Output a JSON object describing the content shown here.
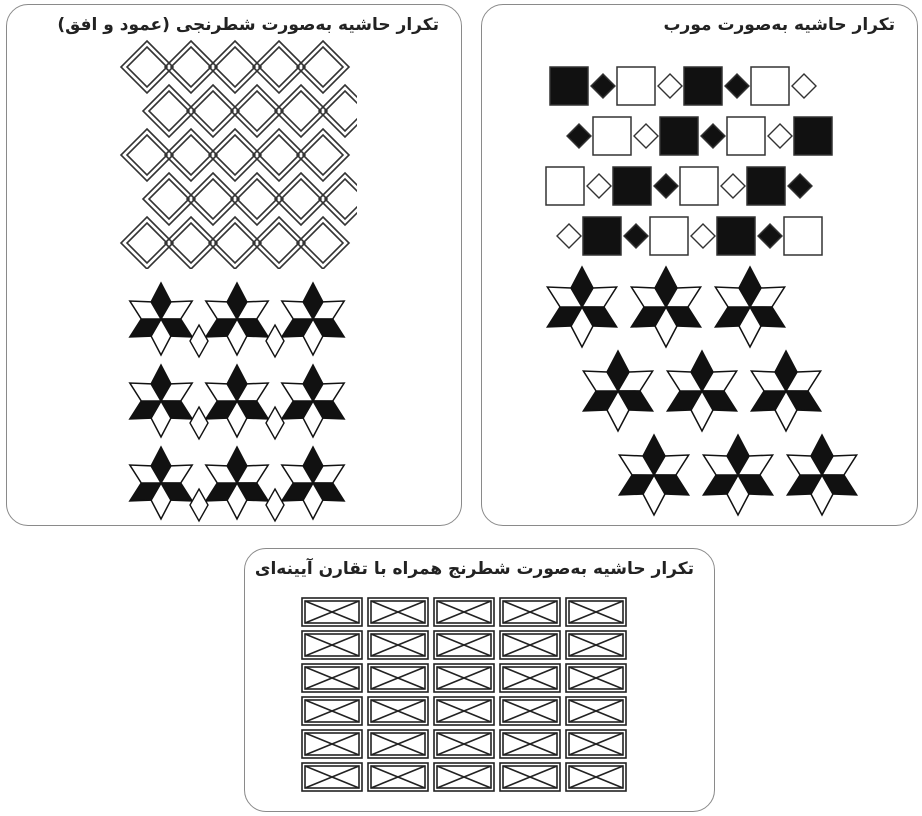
{
  "panels": {
    "grid": {
      "title": "تکرار حاشیه به‌صورت شطرنجی (عمود و افق)"
    },
    "diagonal": {
      "title": "تکرار حاشیه به‌صورت مورب"
    },
    "mirror": {
      "title": "تکرار حاشیه به‌صورت شطرنج همراه با تقارن آیینه‌ای"
    }
  }
}
